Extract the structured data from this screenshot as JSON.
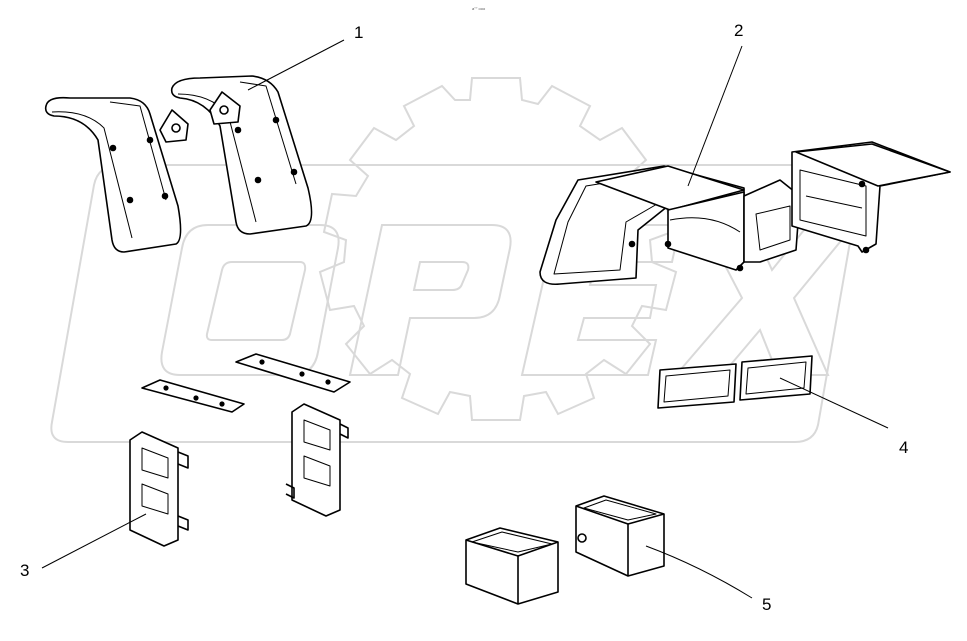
{
  "diagram": {
    "header_mark": "a°° ooo",
    "watermark": {
      "text": "OPEX",
      "icon": "gear-icon",
      "color": "#d9d9d9"
    },
    "callouts": [
      {
        "id": "1",
        "label": "1"
      },
      {
        "id": "2",
        "label": "2"
      },
      {
        "id": "3",
        "label": "3"
      },
      {
        "id": "4",
        "label": "4"
      },
      {
        "id": "5",
        "label": "5"
      }
    ],
    "line_color": "#000000",
    "part_fill": "#ffffff"
  }
}
